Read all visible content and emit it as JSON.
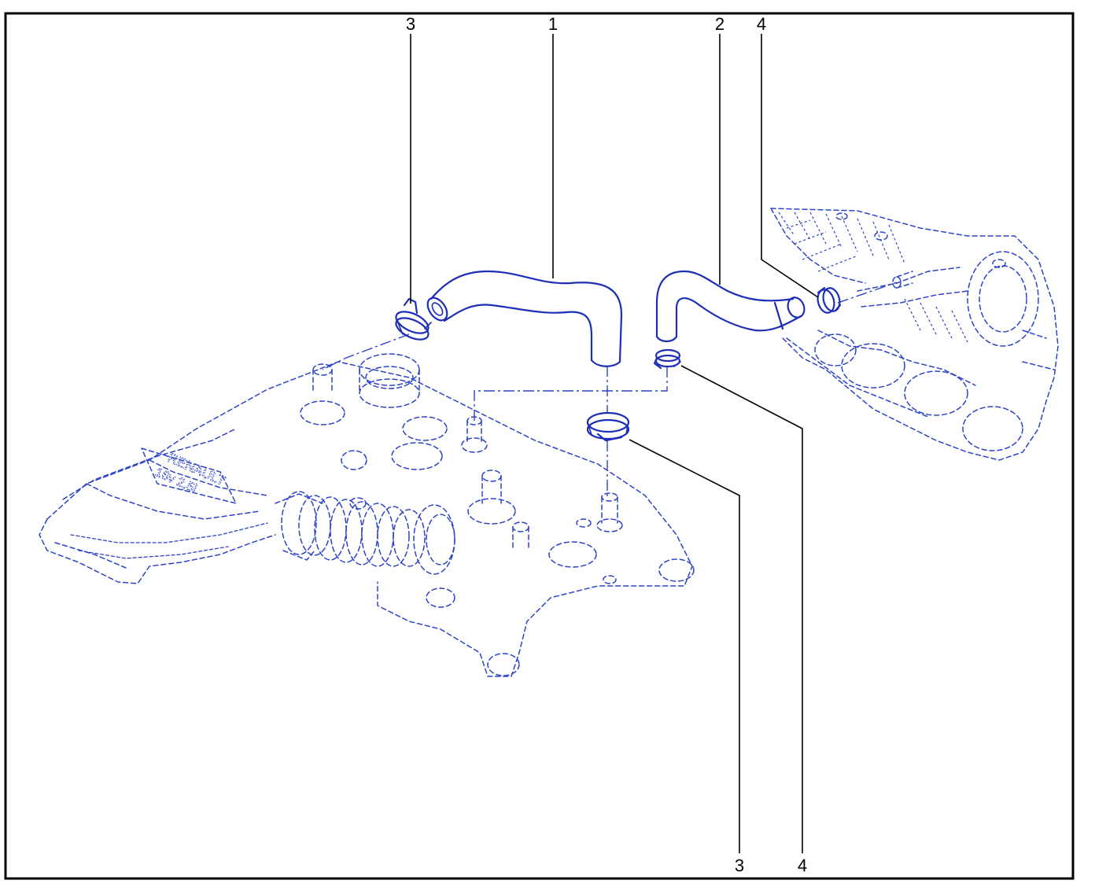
{
  "diagram": {
    "callouts": [
      {
        "id": "top-3",
        "label": "3"
      },
      {
        "id": "top-1",
        "label": "1"
      },
      {
        "id": "top-2",
        "label": "2"
      },
      {
        "id": "top-4",
        "label": "4"
      },
      {
        "id": "bottom-3",
        "label": "3"
      },
      {
        "id": "bottom-4",
        "label": "4"
      }
    ],
    "cover_marking": {
      "line1": "RENAULT",
      "line2": "16v 2,5l"
    },
    "colors": {
      "line_art": "#1c2fb5",
      "callout_text": "#000000",
      "frame": "#000000",
      "background": "#ffffff"
    }
  }
}
